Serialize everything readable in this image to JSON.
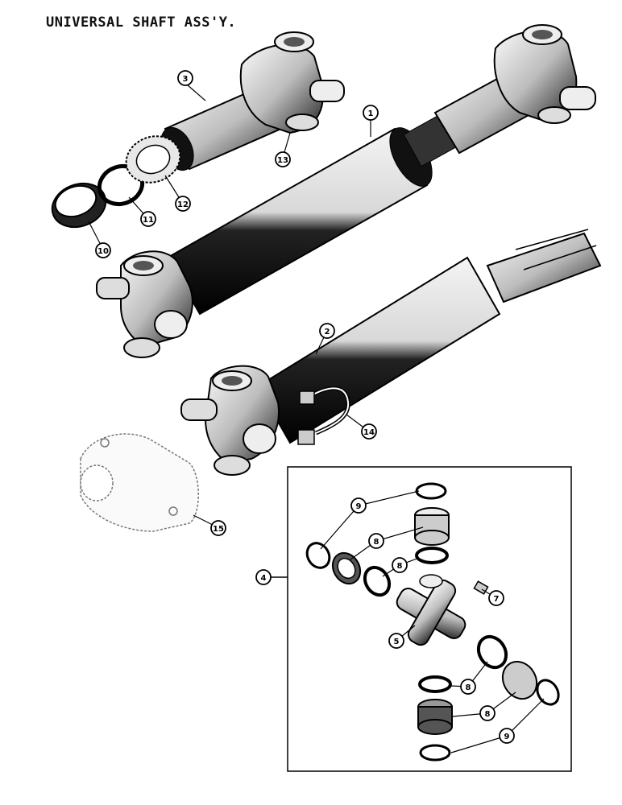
{
  "title": "UNIVERSAL SHAFT ASS'Y.",
  "callouts": {
    "c1": "1",
    "c2": "2",
    "c3": "3",
    "c4": "4",
    "c5": "5",
    "c7": "7",
    "c8a": "8",
    "c8b": "8",
    "c8c": "8",
    "c8d": "8",
    "c9a": "9",
    "c9b": "9",
    "c10": "10",
    "c11": "11",
    "c12": "12",
    "c13": "13",
    "c14": "14",
    "c15": "15"
  }
}
